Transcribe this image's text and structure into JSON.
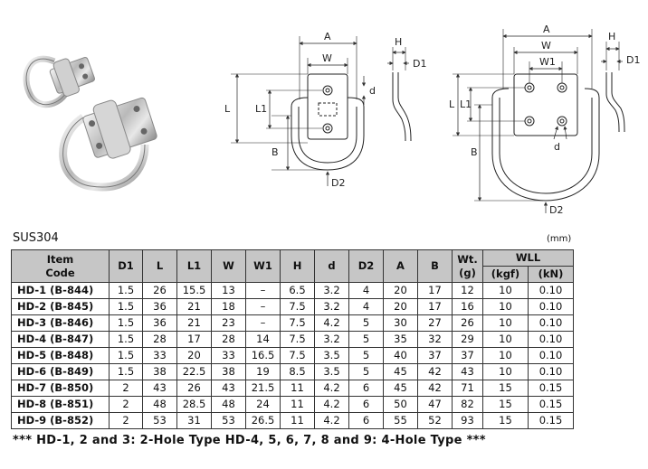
{
  "diagram": {
    "left_labels": {
      "A": "A",
      "W": "W",
      "L": "L",
      "L1": "L1",
      "B": "B",
      "d": "d",
      "D2": "D2",
      "H": "H",
      "D1": "D1"
    },
    "right_labels": {
      "A": "A",
      "W": "W",
      "W1": "W1",
      "L": "L",
      "L1": "L1",
      "B": "B",
      "d": "d",
      "D2": "D2",
      "H": "H",
      "D1": "D1"
    }
  },
  "material": "SUS304",
  "unit": "(mm)",
  "table": {
    "headers": {
      "item_code_line1": "Item",
      "item_code_line2": "Code",
      "D1": "D1",
      "L": "L",
      "L1": "L1",
      "W": "W",
      "W1": "W1",
      "H": "H",
      "d": "d",
      "D2": "D2",
      "A": "A",
      "B": "B",
      "wt_line1": "Wt.",
      "wt_line2": "(g)",
      "wll": "WLL",
      "wll_kgf": "(kgf)",
      "wll_kn": "(kN)"
    },
    "rows": [
      {
        "code": "HD-1 (B-844)",
        "D1": "1.5",
        "L": "26",
        "L1": "15.5",
        "W": "13",
        "W1": "–",
        "H": "6.5",
        "d": "3.2",
        "D2": "4",
        "A": "20",
        "B": "17",
        "Wt": "12",
        "kgf": "10",
        "kN": "0.10"
      },
      {
        "code": "HD-2 (B-845)",
        "D1": "1.5",
        "L": "36",
        "L1": "21",
        "W": "18",
        "W1": "–",
        "H": "7.5",
        "d": "3.2",
        "D2": "4",
        "A": "20",
        "B": "17",
        "Wt": "16",
        "kgf": "10",
        "kN": "0.10"
      },
      {
        "code": "HD-3 (B-846)",
        "D1": "1.5",
        "L": "36",
        "L1": "21",
        "W": "23",
        "W1": "–",
        "H": "7.5",
        "d": "4.2",
        "D2": "5",
        "A": "30",
        "B": "27",
        "Wt": "26",
        "kgf": "10",
        "kN": "0.10"
      },
      {
        "code": "HD-4 (B-847)",
        "D1": "1.5",
        "L": "28",
        "L1": "17",
        "W": "28",
        "W1": "14",
        "H": "7.5",
        "d": "3.2",
        "D2": "5",
        "A": "35",
        "B": "32",
        "Wt": "29",
        "kgf": "10",
        "kN": "0.10"
      },
      {
        "code": "HD-5 (B-848)",
        "D1": "1.5",
        "L": "33",
        "L1": "20",
        "W": "33",
        "W1": "16.5",
        "H": "7.5",
        "d": "3.5",
        "D2": "5",
        "A": "40",
        "B": "37",
        "Wt": "37",
        "kgf": "10",
        "kN": "0.10"
      },
      {
        "code": "HD-6 (B-849)",
        "D1": "1.5",
        "L": "38",
        "L1": "22.5",
        "W": "38",
        "W1": "19",
        "H": "8.5",
        "d": "3.5",
        "D2": "5",
        "A": "45",
        "B": "42",
        "Wt": "43",
        "kgf": "10",
        "kN": "0.10"
      },
      {
        "code": "HD-7 (B-850)",
        "D1": "2",
        "L": "43",
        "L1": "26",
        "W": "43",
        "W1": "21.5",
        "H": "11",
        "d": "4.2",
        "D2": "6",
        "A": "45",
        "B": "42",
        "Wt": "71",
        "kgf": "15",
        "kN": "0.15"
      },
      {
        "code": "HD-8 (B-851)",
        "D1": "2",
        "L": "48",
        "L1": "28.5",
        "W": "48",
        "W1": "24",
        "H": "11",
        "d": "4.2",
        "D2": "6",
        "A": "50",
        "B": "47",
        "Wt": "82",
        "kgf": "15",
        "kN": "0.15"
      },
      {
        "code": "HD-9 (B-852)",
        "D1": "2",
        "L": "53",
        "L1": "31",
        "W": "53",
        "W1": "26.5",
        "H": "11",
        "d": "4.2",
        "D2": "6",
        "A": "55",
        "B": "52",
        "Wt": "93",
        "kgf": "15",
        "kN": "0.15"
      }
    ]
  },
  "note": "*** HD-1, 2 and 3: 2-Hole Type    HD-4, 5, 6, 7, 8 and 9: 4-Hole Type ***"
}
